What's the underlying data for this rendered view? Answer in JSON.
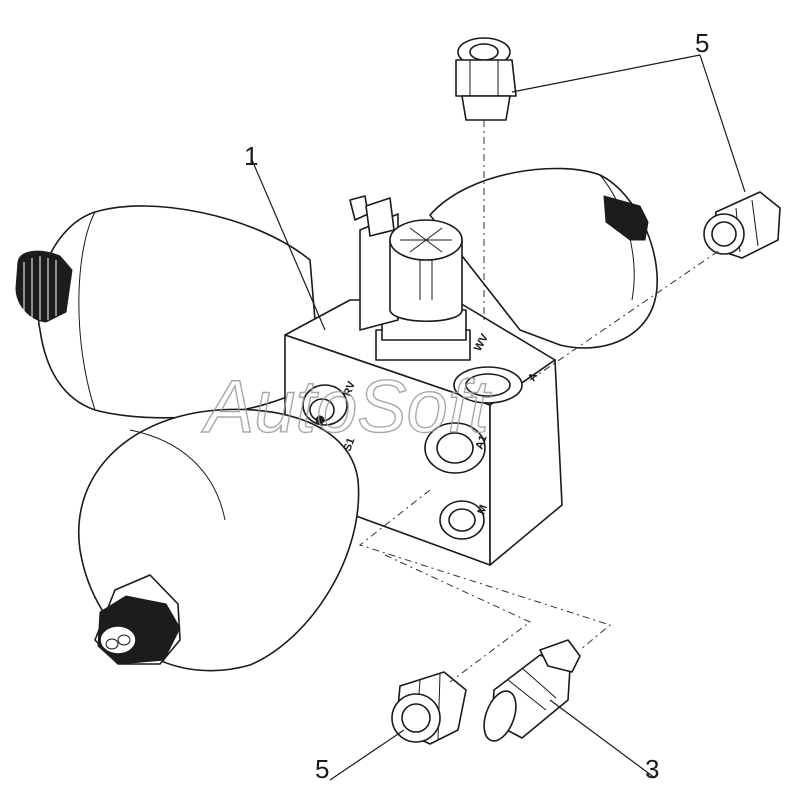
{
  "callouts": {
    "block": "1",
    "sensor": "3",
    "fitting_top": "5",
    "fitting_bottom": "5"
  },
  "ports": {
    "wv": "WV",
    "a": "A",
    "a1": "A1",
    "m": "M",
    "rv": "RV",
    "s1": "S1"
  },
  "watermark": "AutoSoft"
}
